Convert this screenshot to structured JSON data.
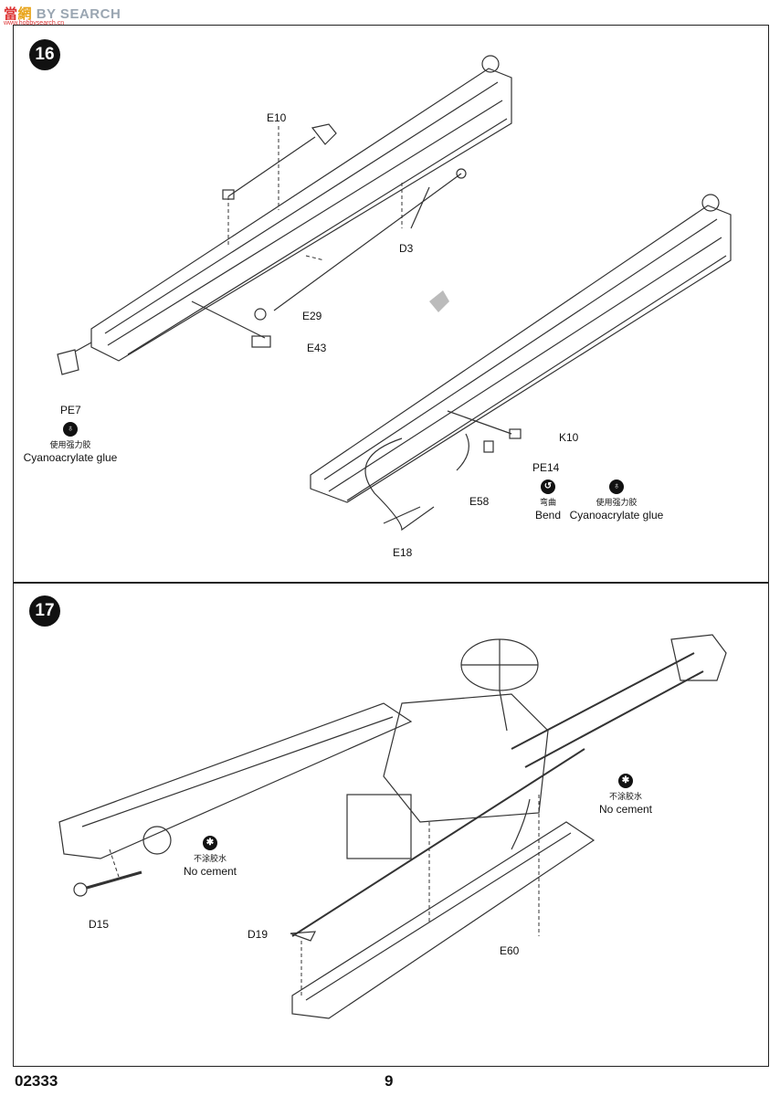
{
  "watermark": {
    "logo_a": "當",
    "logo_b": "網",
    "text": "BY SEARCH",
    "sub": "www.hobbysearch.cn"
  },
  "steps": [
    {
      "number": "16",
      "labels": [
        "E10",
        "D3",
        "E29",
        "E43",
        "PE7",
        "K10",
        "PE14",
        "E58",
        "E18"
      ],
      "notes": [
        {
          "zh": "使用强力胶",
          "en": "Cyanoacrylate glue",
          "icon": "glue-icon",
          "symbol": "♁"
        },
        {
          "zh": "弯曲",
          "en": "Bend",
          "icon": "bend-icon",
          "symbol": "↺"
        },
        {
          "zh": "使用强力胶",
          "en": "Cyanoacrylate glue",
          "icon": "glue-icon",
          "symbol": "♁"
        }
      ]
    },
    {
      "number": "17",
      "labels": [
        "D15",
        "D19",
        "E60"
      ],
      "notes": [
        {
          "zh": "不涂胶水",
          "en": "No cement",
          "icon": "no-cement-icon",
          "symbol": "✱"
        },
        {
          "zh": "不涂胶水",
          "en": "No cement",
          "icon": "no-cement-icon",
          "symbol": "✱"
        }
      ]
    }
  ],
  "footer": {
    "code": "02333",
    "page": "9"
  }
}
